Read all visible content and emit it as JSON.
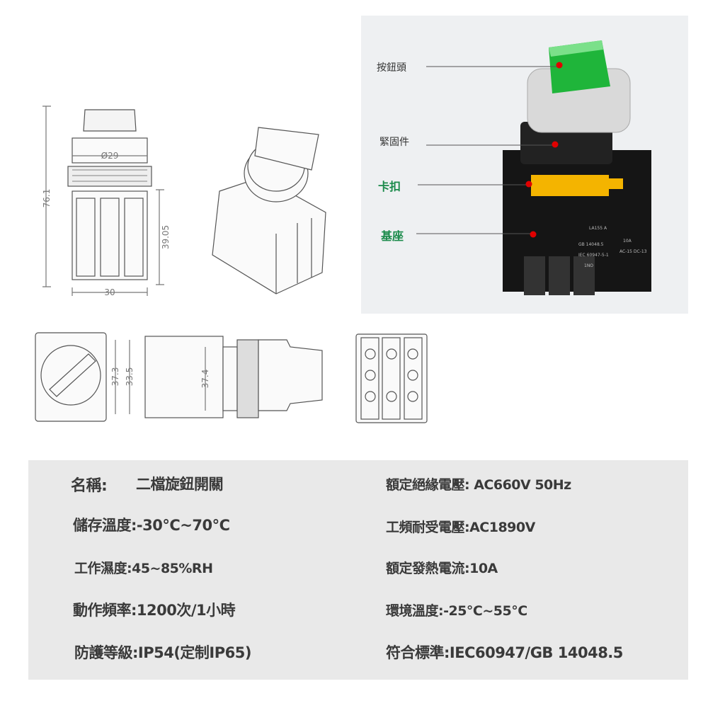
{
  "drawings": {
    "front_view": {
      "height_dim": "76.1",
      "diameter_dim": "Ø29",
      "body_height_dim": "39.05",
      "width_dim": "30"
    },
    "side_view": {
      "dims": [
        "37.3",
        "33.5",
        "37.4"
      ]
    }
  },
  "photo": {
    "callouts": [
      {
        "label": "按鈕頭",
        "dot_color": "#e00000"
      },
      {
        "label": "緊固件",
        "dot_color": "#e00000"
      },
      {
        "label": "卡扣",
        "dot_color": "#e00000"
      },
      {
        "label": "基座",
        "dot_color": "#e00000"
      }
    ],
    "label_text": [
      "LA155 A",
      "GB 14048.5",
      "IEC 60947-5-1",
      "10A",
      "AC-15 DC-13",
      "1NO"
    ],
    "knob_color": "#1fb53a",
    "clip_color": "#f4b400"
  },
  "specs": {
    "left": [
      {
        "label": "名稱:",
        "value": "二檔旋鈕開關"
      },
      {
        "text": "儲存溫度:-30°C~70°C"
      },
      {
        "text": "工作濕度:45~85%RH"
      },
      {
        "text": "動作頻率:1200次/1小時"
      },
      {
        "text": "防護等級:IP54(定制IP65)"
      }
    ],
    "right": [
      {
        "text": "額定絕緣電壓: AC660V 50Hz"
      },
      {
        "text": "工頻耐受電壓:AC1890V"
      },
      {
        "text": "額定發熱電流:10A"
      },
      {
        "text": "環境溫度:-25°C~55°C"
      },
      {
        "text": "符合標準:IEC60947/GB 14048.5"
      }
    ]
  }
}
